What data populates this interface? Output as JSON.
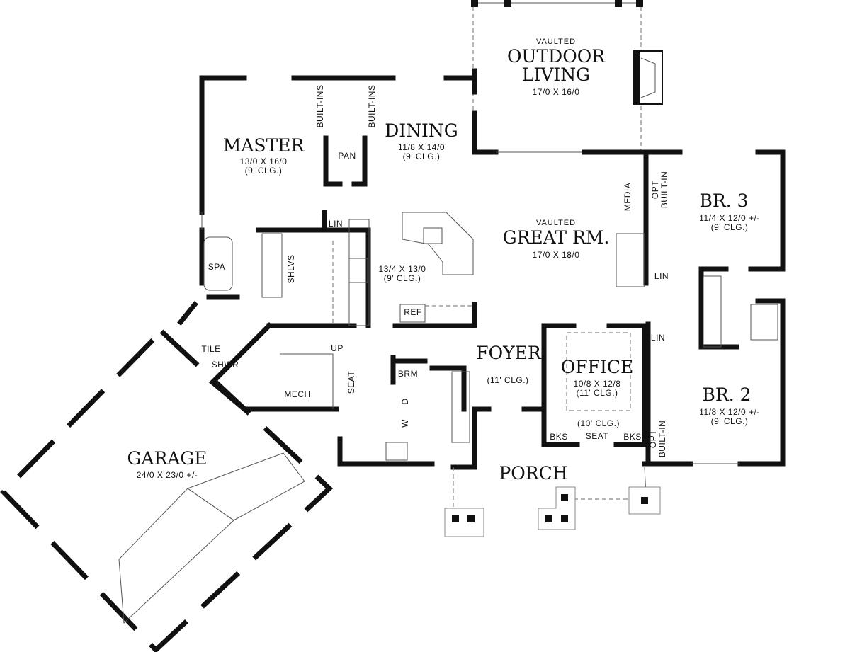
{
  "title": "Floor Plan",
  "rooms": {
    "outdoor": {
      "note": "VAULTED",
      "name1": "OUTDOOR",
      "name2": "LIVING",
      "size": "17/0 X 16/0"
    },
    "master": {
      "name": "MASTER",
      "size": "13/0 X 16/0",
      "ceiling": "(9' CLG.)"
    },
    "dining": {
      "name": "DINING",
      "size": "11/8 X 14/0",
      "ceiling": "(9' CLG.)"
    },
    "kitchen": {
      "size": "13/4 X 13/0",
      "ceiling": "(9' CLG.)"
    },
    "great": {
      "note": "VAULTED",
      "name": "GREAT RM.",
      "size": "17/0 X 18/0"
    },
    "br3": {
      "name": "BR. 3",
      "size": "11/4 X 12/0 +/-",
      "ceiling": "(9' CLG.)"
    },
    "br2": {
      "name": "BR. 2",
      "size": "11/8 X 12/0 +/-",
      "ceiling": "(9' CLG.)"
    },
    "foyer": {
      "name": "FOYER",
      "ceiling": "(11' CLG.)"
    },
    "office": {
      "name": "OFFICE",
      "size": "10/8 X 12/8",
      "ceiling": "(11' CLG.)",
      "seat_ceiling": "(10' CLG.)"
    },
    "porch": {
      "name": "PORCH"
    },
    "garage": {
      "name": "GARAGE",
      "size": "24/0 X 23/0 +/-"
    }
  },
  "fixtures": {
    "built_ins": "BUILT-INS",
    "pan": "PAN",
    "lin": "LIN",
    "spa": "SPA",
    "shlvs": "SHLVS",
    "ref": "REF",
    "media": "MEDIA",
    "opt": "OPT",
    "built_in": "BUILT-IN",
    "tile": "TILE",
    "shwr": "SHWR",
    "up": "UP",
    "mech": "MECH",
    "seat": "SEAT",
    "brm": "BRM",
    "w": "W",
    "d": "D",
    "bks": "BKS"
  }
}
